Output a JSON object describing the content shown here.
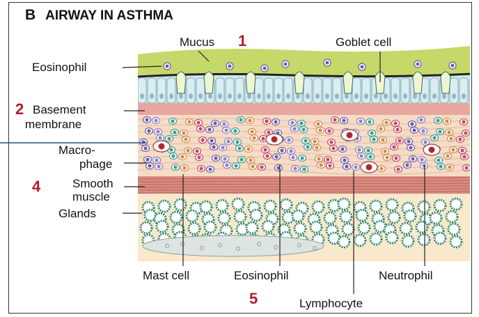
{
  "figure": {
    "panel_letter": "B",
    "title": "AIRWAY IN ASTHMA"
  },
  "labels": {
    "mucus": "Mucus",
    "goblet_cell": "Goblet cell",
    "eosinophil_top": "Eosinophil",
    "basement_line1": "Basement",
    "basement_line2": "membrane",
    "macro_line1": "Macro-",
    "macro_line2": "phage",
    "smooth_line1": "Smooth",
    "smooth_line2": "muscle",
    "glands": "Glands",
    "mast_cell": "Mast cell",
    "eosinophil_bottom": "Eosinophil",
    "neutrophil": "Neutrophil",
    "lymphocyte": "Lymphocyte"
  },
  "markers": [
    "1",
    "2",
    "4",
    "5"
  ],
  "colors": {
    "mucus": "#c5d86a",
    "epithelium": "#cfe6ec",
    "basement": "#e7a79f",
    "lamina": "#f6dcc6",
    "muscle": "#d98c80",
    "submucosa": "#f8e8cc",
    "gland": "#2f8a74",
    "eosinophil": "#6d5aa8",
    "marker": "#b11c2a"
  }
}
